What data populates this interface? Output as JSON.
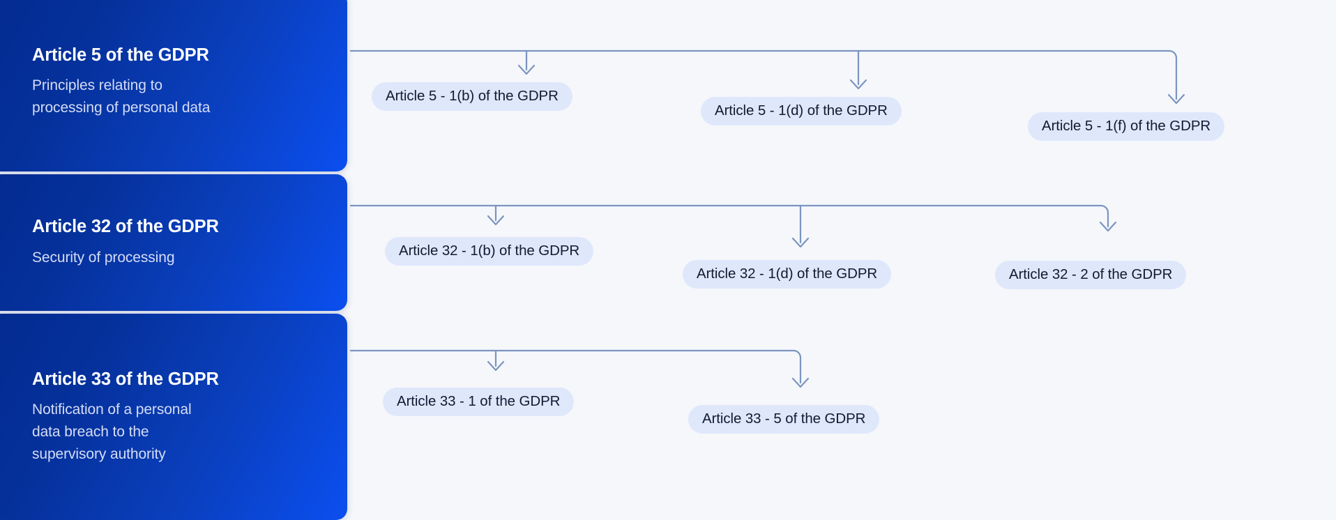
{
  "theme": {
    "page_background": "#f5f7fb",
    "card_gradient_from": "#042b8f",
    "card_gradient_to": "#0b4ff0",
    "card_title_color": "#ffffff",
    "card_subtitle_color": "#d5ddf5",
    "pill_background": "#dfe7fb",
    "pill_text_color": "#111b33",
    "connector_color": "#7b95bf"
  },
  "diagram": {
    "type": "hierarchy",
    "orientation": "left-to-right",
    "groups": [
      {
        "id": "article-5",
        "title": "Article 5 of the GDPR",
        "subtitle": "Principles relating to\nprocessing of personal data",
        "children": [
          {
            "id": "article-5-1b",
            "label": "Article 5 - 1(b) of the GDPR"
          },
          {
            "id": "article-5-1d",
            "label": "Article 5 - 1(d) of the GDPR"
          },
          {
            "id": "article-5-1f",
            "label": "Article 5 - 1(f) of the GDPR"
          }
        ]
      },
      {
        "id": "article-32",
        "title": "Article 32 of the GDPR",
        "subtitle": "Security of processing",
        "children": [
          {
            "id": "article-32-1b",
            "label": "Article 32 - 1(b) of the GDPR"
          },
          {
            "id": "article-32-1d",
            "label": "Article 32 - 1(d) of the GDPR"
          },
          {
            "id": "article-32-2",
            "label": "Article 32 - 2 of the GDPR"
          }
        ]
      },
      {
        "id": "article-33",
        "title": "Article 33 of the GDPR",
        "subtitle": "Notification of a personal\ndata breach to the\nsupervisory authority",
        "children": [
          {
            "id": "article-33-1",
            "label": "Article 33 - 1 of the GDPR"
          },
          {
            "id": "article-33-5",
            "label": "Article 33 - 5 of the GDPR"
          }
        ]
      }
    ]
  }
}
